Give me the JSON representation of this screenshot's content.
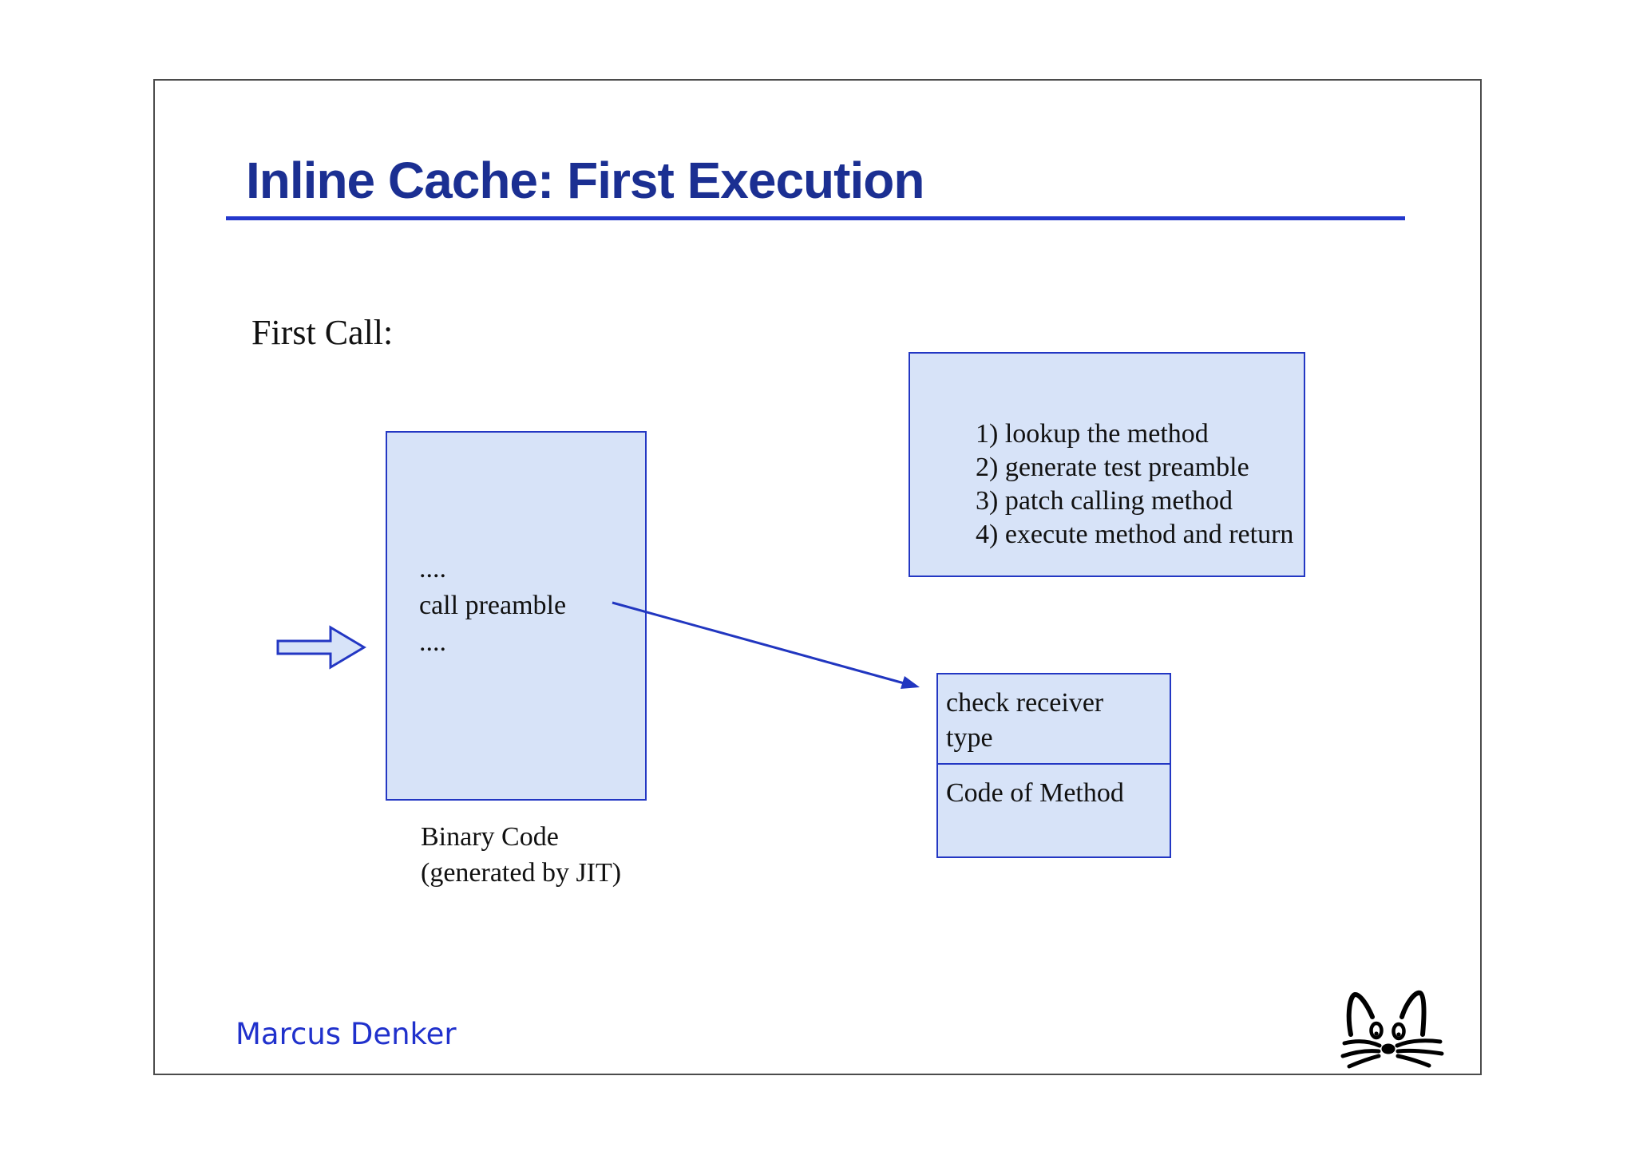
{
  "slide": {
    "title": "Inline Cache: First Execution",
    "section_label": "First Call:",
    "author": "Marcus Denker"
  },
  "binary_code_box": {
    "lines": [
      "....",
      "call preamble",
      "...."
    ],
    "caption_line1": "Binary Code",
    "caption_line2": "(generated by JIT)"
  },
  "steps_box": {
    "items": [
      "1) lookup the method",
      "2) generate test preamble",
      "3) patch calling method",
      "4) execute method and return"
    ]
  },
  "method_box": {
    "top_cell": "check receiver type",
    "bottom_cell": "Code of Method"
  },
  "icons": {
    "entry_arrow": "block-arrow-right",
    "connector": "diagonal-arrow-to-method-box",
    "cat_face": "cat-face-doodle"
  },
  "colors": {
    "box_fill": "#d7e3f8",
    "box_border": "#2337c3",
    "title_text": "#1b2f92",
    "title_underline": "#2438cc",
    "author_text": "#2031cc",
    "body_text": "#111111",
    "frame_border": "#4b4b4b",
    "connector_line": "#2136c0"
  }
}
